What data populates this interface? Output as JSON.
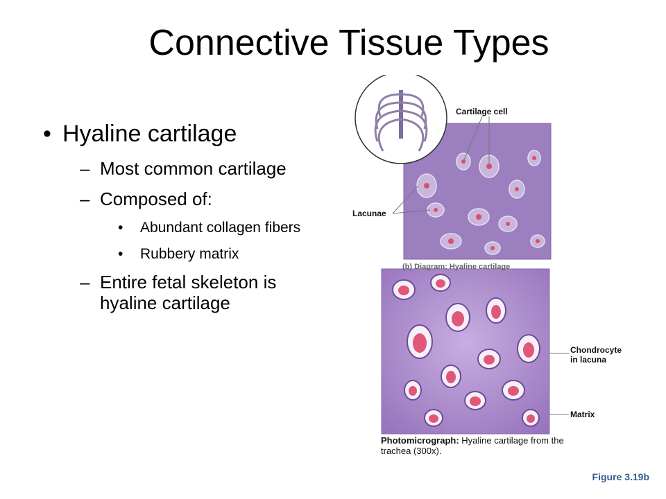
{
  "slide": {
    "title": "Connective Tissue Types",
    "bullets": {
      "main": "Hyaline cartilage",
      "sub1": "Most common cartilage",
      "sub2": "Composed of:",
      "sub2_items": [
        "Abundant collagen fibers",
        "Rubbery matrix"
      ],
      "sub3": "Entire fetal skeleton is hyaline cartilage"
    },
    "figure": {
      "label_cartilage_cell": "Cartilage cell",
      "label_lacunae": "Lacunae",
      "diagram_caption": "(b) Diagram: Hyaline cartilage",
      "label_chondrocyte_line1": "Chondrocyte",
      "label_chondrocyte_line2": "in lacuna",
      "label_matrix": "Matrix",
      "photo_caption_bold": "Photomicrograph:",
      "photo_caption_rest": " Hyaline cartilage from the trachea (300x)."
    },
    "figure_ref": "Figure 3.19b"
  },
  "colors": {
    "matrix_purple": "#9b7fbf",
    "photo_purple": "#a684c4",
    "cell_pink": "#e0577a",
    "figure_ref": "#365f91"
  }
}
